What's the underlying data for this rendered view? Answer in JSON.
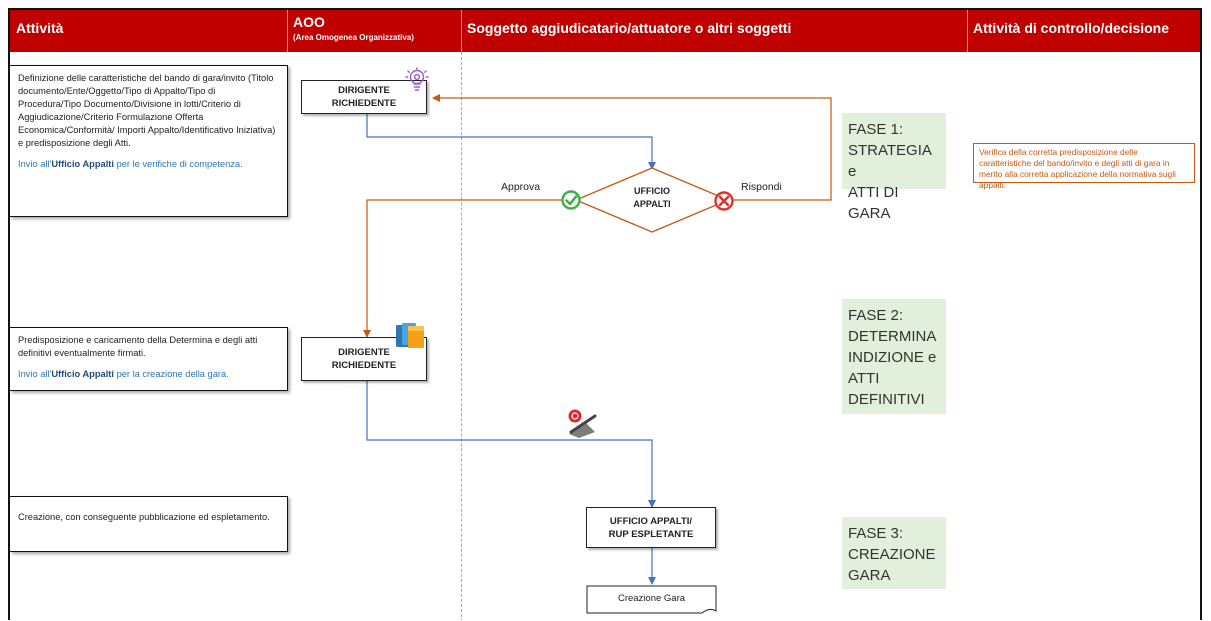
{
  "header": {
    "col_attivita": "Attività",
    "col_aoo": "AOO",
    "col_aoo_sub": "(Area Omogenea Organizzativa)",
    "col_soggetto": "Soggetto aggiudicatario/attuatore o altri soggetti",
    "col_controllo": "Attività di controllo/decisione"
  },
  "rows": [
    {
      "desc": "Definizione delle caratteristiche del bando di gara/invito (Titolo documento/Ente/Oggetto/Tipo di Appalto/Tipo di Procedura/Tipo Documento/Divisione in lotti/Criterio di Aggiudicazione/Criterio Formulazione Offerta Economica/Conformità/ Importi Appalto/Identificativo Iniziativa) e predisposizione degli Atti.",
      "send_prefix": "Invio all'",
      "send_office": "Ufficio Appalti",
      "send_suffix": " per le verifiche di competenza."
    },
    {
      "desc": "Predisposizione e caricamento della Determina e degli atti definitivi eventualmente firmati.",
      "send_prefix": "Invio all'",
      "send_office": "Ufficio Appalti",
      "send_suffix": " per la creazione della gara."
    },
    {
      "desc": "Creazione, con conseguente pubblicazione ed espletamento."
    }
  ],
  "nodes": {
    "dirigente1_l1": "DIRIGENTE",
    "dirigente1_l2": "RICHIEDENTE",
    "ufficio_l1": "UFFICIO",
    "ufficio_l2": "APPALTI",
    "dirigente2_l1": "DIRIGENTE",
    "dirigente2_l2": "RICHIEDENTE",
    "rup_l1": "UFFICIO APPALTI/",
    "rup_l2": "RUP ESPLETANTE",
    "creazione": "Creazione Gara"
  },
  "edges": {
    "approva": "Approva",
    "rispondi": "Rispondi"
  },
  "phases": [
    {
      "l1": "FASE 1:",
      "l2": "STRATEGIA e",
      "l3": "ATTI DI GARA"
    },
    {
      "l1": "FASE 2:",
      "l2": "DETERMINA",
      "l3": "INDIZIONE e",
      "l4": "ATTI",
      "l5": "DEFINITIVI"
    },
    {
      "l1": "FASE 3:",
      "l2": "CREAZIONE",
      "l3": "GARA"
    }
  ],
  "control": {
    "text": "Verifica della corretta predisposizione delle caratteristiche del bando/invito e degli atti di gara in merito alla corretta applicazione della normativa sugli appalti."
  },
  "colors": {
    "header_bg": "#c00000",
    "flow_blue": "#4472c4",
    "flow_orange": "#c55a11",
    "phase_bg": "#e2efda",
    "approve_green": "#3cb043",
    "reject_red": "#e0302a"
  },
  "icons": [
    "lightbulb-icon",
    "folders-icon",
    "stamp-icon",
    "check-circle-icon",
    "x-circle-icon"
  ]
}
